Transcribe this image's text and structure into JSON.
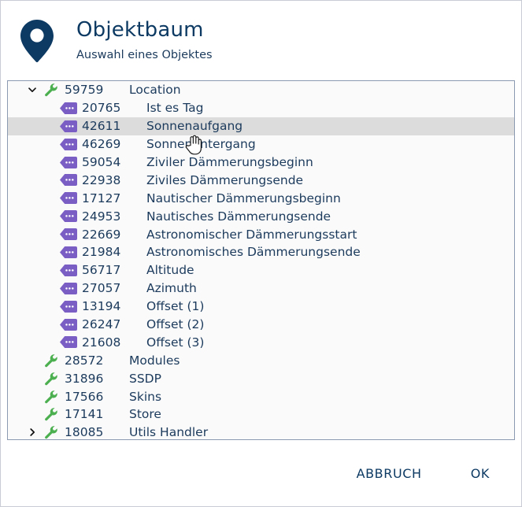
{
  "header": {
    "icon": "map-pin-icon",
    "title": "Objektbaum",
    "subtitle": "Auswahl eines Objektes"
  },
  "colors": {
    "navy": "#0d3a63",
    "text": "#1b3a5c",
    "folder_icon": "#4caf50",
    "leaf_icon": "#7b5ec4",
    "selection": "#dcdcdc",
    "panel_bg": "#fafafa",
    "panel_border": "#8b9ab1"
  },
  "tree": {
    "rows": [
      {
        "level": 0,
        "twisty": "chevron-down-icon",
        "icon": "wrench-icon",
        "id": "59759",
        "label": "Location",
        "selected": false
      },
      {
        "level": 1,
        "twisty": "",
        "icon": "tag-icon",
        "id": "20765",
        "label": "Ist es Tag",
        "selected": false
      },
      {
        "level": 1,
        "twisty": "",
        "icon": "tag-icon",
        "id": "42611",
        "label": "Sonnenaufgang",
        "selected": true
      },
      {
        "level": 1,
        "twisty": "",
        "icon": "tag-icon",
        "id": "46269",
        "label": "Sonnenuntergang",
        "selected": false
      },
      {
        "level": 1,
        "twisty": "",
        "icon": "tag-icon",
        "id": "59054",
        "label": "Ziviler Dämmerungsbeginn",
        "selected": false
      },
      {
        "level": 1,
        "twisty": "",
        "icon": "tag-icon",
        "id": "22938",
        "label": "Ziviles Dämmerungsende",
        "selected": false
      },
      {
        "level": 1,
        "twisty": "",
        "icon": "tag-icon",
        "id": "17127",
        "label": "Nautischer Dämmerungsbeginn",
        "selected": false
      },
      {
        "level": 1,
        "twisty": "",
        "icon": "tag-icon",
        "id": "24953",
        "label": "Nautisches Dämmerungsende",
        "selected": false
      },
      {
        "level": 1,
        "twisty": "",
        "icon": "tag-icon",
        "id": "22669",
        "label": "Astronomischer Dämmerungsstart",
        "selected": false
      },
      {
        "level": 1,
        "twisty": "",
        "icon": "tag-icon",
        "id": "21984",
        "label": "Astronomisches Dämmerungsende",
        "selected": false
      },
      {
        "level": 1,
        "twisty": "",
        "icon": "tag-icon",
        "id": "56717",
        "label": "Altitude",
        "selected": false
      },
      {
        "level": 1,
        "twisty": "",
        "icon": "tag-icon",
        "id": "27057",
        "label": "Azimuth",
        "selected": false
      },
      {
        "level": 1,
        "twisty": "",
        "icon": "tag-icon",
        "id": "13194",
        "label": "Offset (1)",
        "selected": false
      },
      {
        "level": 1,
        "twisty": "",
        "icon": "tag-icon",
        "id": "26247",
        "label": "Offset (2)",
        "selected": false
      },
      {
        "level": 1,
        "twisty": "",
        "icon": "tag-icon",
        "id": "21608",
        "label": "Offset (3)",
        "selected": false
      },
      {
        "level": 0,
        "twisty": "",
        "icon": "wrench-icon",
        "id": "28572",
        "label": "Modules",
        "selected": false
      },
      {
        "level": 0,
        "twisty": "",
        "icon": "wrench-icon",
        "id": "31896",
        "label": "SSDP",
        "selected": false
      },
      {
        "level": 0,
        "twisty": "",
        "icon": "wrench-icon",
        "id": "17566",
        "label": "Skins",
        "selected": false
      },
      {
        "level": 0,
        "twisty": "",
        "icon": "wrench-icon",
        "id": "17141",
        "label": "Store",
        "selected": false
      },
      {
        "level": 0,
        "twisty": "chevron-right-icon",
        "icon": "wrench-icon",
        "id": "18085",
        "label": "Utils Handler",
        "selected": false
      }
    ]
  },
  "footer": {
    "cancel_label": "ABBRUCH",
    "ok_label": "OK"
  },
  "cursor": {
    "icon": "hand-pointer-cursor"
  }
}
